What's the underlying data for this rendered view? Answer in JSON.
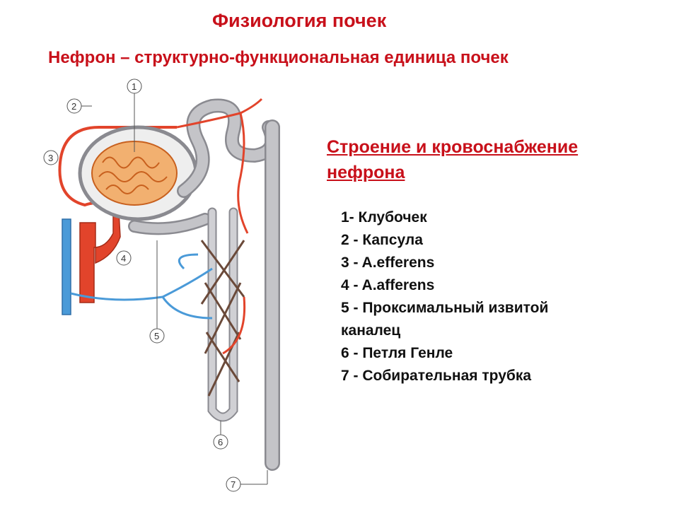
{
  "header": {
    "title": "Физиология почек",
    "subtitle": "Нефрон – структурно-функциональная единица почек"
  },
  "section": {
    "title_line1": "Строение и кровоснабжение ",
    "title_line2": "нефрона"
  },
  "legend": {
    "items": [
      "1- Клубочек",
      "2 - Капсула",
      "3 - A.efferens",
      "4 - A.afferens",
      "5 - Проксимальный извитой",
      "каналец",
      "6 - Петля Генле",
      "7 - Собирательная трубка"
    ]
  },
  "figure": {
    "callouts": [
      "1",
      "2",
      "3",
      "4",
      "5",
      "6",
      "7"
    ],
    "colors": {
      "tubule": "#b9b9bd",
      "tubule_outline": "#8a8a90",
      "artery": "#e2442b",
      "vein": "#4a9ad8",
      "glomerulus": "#e08a3a"
    }
  }
}
